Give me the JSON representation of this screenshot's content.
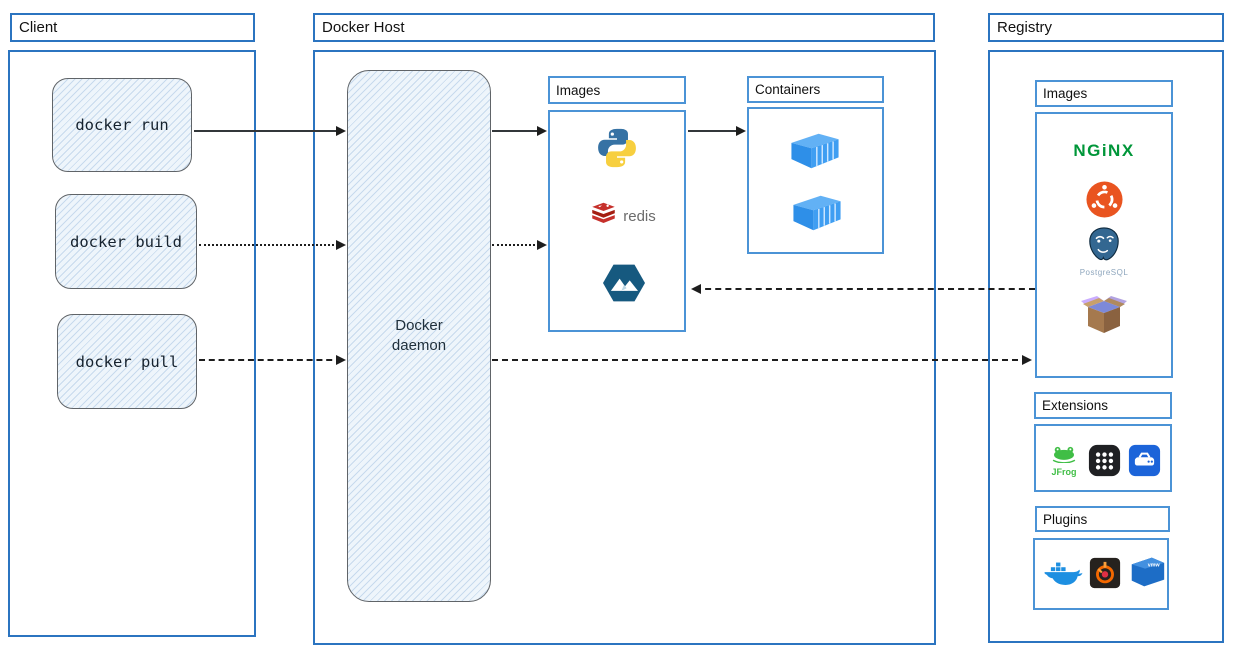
{
  "client": {
    "title": "Client",
    "commands": [
      {
        "label": "docker run"
      },
      {
        "label": "docker build"
      },
      {
        "label": "docker pull"
      }
    ]
  },
  "docker_host": {
    "title": "Docker Host",
    "daemon_label": "Docker daemon",
    "images_panel": {
      "title": "Images",
      "items": [
        {
          "name": "python"
        },
        {
          "name": "redis",
          "label": "redis"
        },
        {
          "name": "alpine"
        }
      ]
    },
    "containers_panel": {
      "title": "Containers",
      "container_count": 2
    }
  },
  "registry": {
    "title": "Registry",
    "images_panel": {
      "title": "Images",
      "items": [
        {
          "name": "nginx",
          "label": "NGiNX"
        },
        {
          "name": "ubuntu"
        },
        {
          "name": "postgresql",
          "label": "PostgreSQL"
        },
        {
          "name": "package-box"
        }
      ]
    },
    "extensions_panel": {
      "title": "Extensions",
      "items": [
        {
          "name": "jfrog",
          "label": "JFrog"
        },
        {
          "name": "app-grid"
        },
        {
          "name": "disk-app"
        }
      ]
    },
    "plugins_panel": {
      "title": "Plugins",
      "items": [
        {
          "name": "docker-whale"
        },
        {
          "name": "grafana"
        },
        {
          "name": "vmware",
          "label": "vmw"
        }
      ]
    }
  },
  "arrows": [
    {
      "name": "docker-run-to-daemon",
      "style": "solid"
    },
    {
      "name": "docker-build-to-daemon",
      "style": "dotted"
    },
    {
      "name": "docker-pull-to-daemon",
      "style": "dashed"
    },
    {
      "name": "daemon-to-images-run",
      "style": "solid"
    },
    {
      "name": "daemon-to-images-build",
      "style": "dotted"
    },
    {
      "name": "images-to-containers",
      "style": "solid"
    },
    {
      "name": "registry-to-host-images",
      "style": "dashed"
    },
    {
      "name": "daemon-to-registry",
      "style": "dashed"
    }
  ],
  "colors": {
    "frame_blue": "#2b74c0",
    "panel_blue": "#4b93d6",
    "sketch_fill": "#eef5fb",
    "sketch_border": "#606468",
    "arrow_dark": "#1d1d1d",
    "nginx_green": "#009639",
    "ubuntu_orange": "#e95420",
    "redis_red": "#c6302b",
    "alpine_blue": "#16597f",
    "container_blue": "#2e8fe8",
    "postgres_blue": "#336791",
    "jfrog_green": "#40be46"
  }
}
